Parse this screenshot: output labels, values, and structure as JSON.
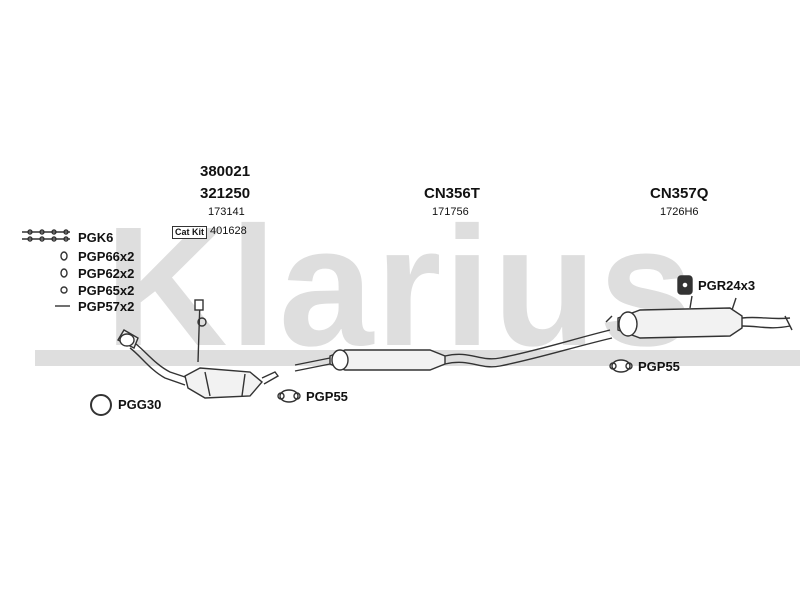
{
  "watermark": {
    "text": "Klarius",
    "color": "#d9d9d9"
  },
  "headers": {
    "front": {
      "part1": "380021",
      "part2": "321250",
      "ref": "173141"
    },
    "middle": {
      "part": "CN356T",
      "ref": "171756"
    },
    "rear": {
      "part": "CN357Q",
      "ref": "1726H6"
    }
  },
  "cat_kit": {
    "badge": "Cat Kit",
    "number": "401628"
  },
  "fittings_left": [
    "PGK6",
    "PGP66x2",
    "PGP62x2",
    "PGP65x2",
    "PGP57x2"
  ],
  "clamps": {
    "pgg30": "PGG30",
    "pgp55_middle": "PGP55",
    "pgp55_rear": "PGP55",
    "pgr24x3": "PGR24x3"
  }
}
